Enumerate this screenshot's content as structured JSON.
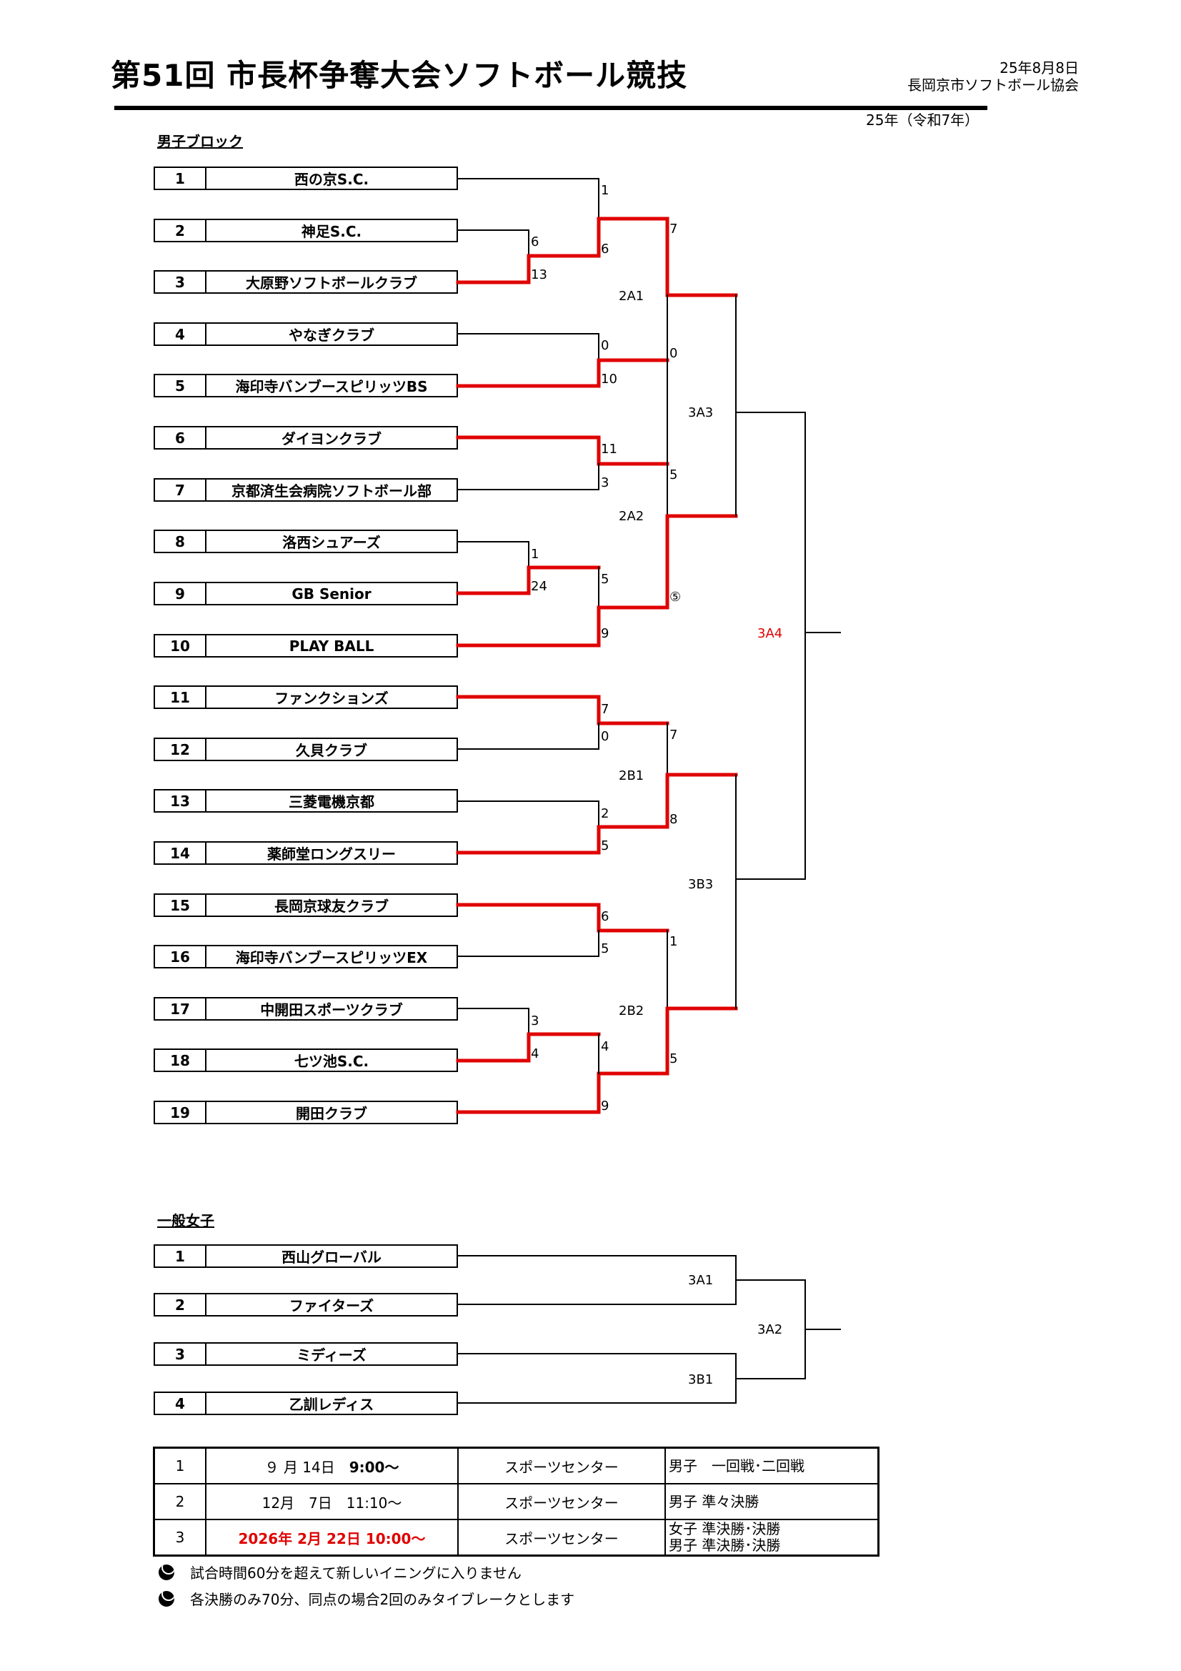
{
  "header": {
    "title": "第51回  市長杯争奪大会ソフトボール競技",
    "date": "25年8月8日",
    "organizer": "長岡京市ソフトボール協会",
    "year": "25年（令和7年）"
  },
  "colors": {
    "winner_line": "#e00000",
    "normal_line": "#000000",
    "highlight_label": "#e00000"
  },
  "men": {
    "title": "男子ブロック",
    "teams": [
      {
        "no": "1",
        "name": "西の京S.C."
      },
      {
        "no": "2",
        "name": "神足S.C."
      },
      {
        "no": "3",
        "name": "大原野ソフトボールクラブ"
      },
      {
        "no": "4",
        "name": "やなぎクラブ"
      },
      {
        "no": "5",
        "name": "海印寺バンブースピリッツBS"
      },
      {
        "no": "6",
        "name": "ダイヨンクラブ"
      },
      {
        "no": "7",
        "name": "京都済生会病院ソフトボール部"
      },
      {
        "no": "8",
        "name": "洛西シュアーズ"
      },
      {
        "no": "9",
        "name": "GB Senior"
      },
      {
        "no": "10",
        "name": "PLAY BALL"
      },
      {
        "no": "11",
        "name": "ファンクションズ"
      },
      {
        "no": "12",
        "name": "久貝クラブ"
      },
      {
        "no": "13",
        "name": "三菱電機京都"
      },
      {
        "no": "14",
        "name": "薬師堂ロングスリー"
      },
      {
        "no": "15",
        "name": "長岡京球友クラブ"
      },
      {
        "no": "16",
        "name": "海印寺バンブースピリッツEX"
      },
      {
        "no": "17",
        "name": "中開田スポーツクラブ"
      },
      {
        "no": "18",
        "name": "七ツ池S.C."
      },
      {
        "no": "19",
        "name": "開田クラブ"
      }
    ],
    "scores": [
      "1",
      "6",
      "13",
      "6",
      "7",
      "2A1",
      "0",
      "10",
      "0",
      "3A3",
      "11",
      "3",
      "5",
      "2A2",
      "1",
      "24",
      "5",
      "⑤",
      "9",
      "7",
      "0",
      "7",
      "2B1",
      "2",
      "8",
      "5",
      "3B3",
      "6",
      "5",
      "1",
      "2B2",
      "3",
      "4",
      "4",
      "5",
      "9"
    ],
    "final_label": "3A4"
  },
  "women": {
    "title": "一般女子",
    "teams": [
      {
        "no": "1",
        "name": "西山グローバル"
      },
      {
        "no": "2",
        "name": "ファイターズ"
      },
      {
        "no": "3",
        "name": "ミディーズ"
      },
      {
        "no": "4",
        "name": "乙訓レディス"
      }
    ],
    "labels": [
      "3A1",
      "3B1",
      "3A2"
    ]
  },
  "schedule": [
    {
      "no": "1",
      "date_pre": "９ 月 14日　",
      "date_time": "9:00～",
      "venue": "スポーツセンター",
      "note1": "男子　一回戦･二回戦",
      "note2": ""
    },
    {
      "no": "2",
      "date_pre": "12月　7日　11:10～",
      "date_time": "",
      "venue": "スポーツセンター",
      "note1": "男子 準々決勝",
      "note2": ""
    },
    {
      "no": "3",
      "date_pre": "2026年 2月 22日 10:00～",
      "date_time": "",
      "venue": "スポーツセンター",
      "note1": "女子 準決勝･決勝",
      "note2": "男子 準決勝･決勝"
    }
  ],
  "notes": [
    "試合時間60分を超えて新しいイニングに入りません",
    "各決勝のみ70分、同点の場合2回のみタイブレークとします"
  ],
  "icons": {
    "note_bullet": "softball-icon"
  }
}
